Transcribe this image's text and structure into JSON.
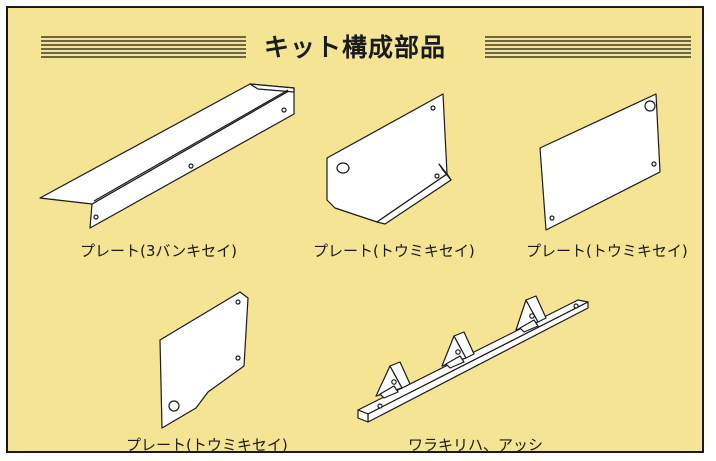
{
  "title": "キット構成部品",
  "parts": [
    {
      "label": "プレート(3バンキセイ)"
    },
    {
      "label": "プレート(トウミキセイ)"
    },
    {
      "label": "プレート(トウミキセイ)"
    },
    {
      "label": "プレート(トウミキセイ)"
    },
    {
      "label": "ワラキリハ、アッシ"
    }
  ],
  "colors": {
    "background": "#f4e493",
    "border": "#1a1a1a",
    "part_fill": "#ffffff"
  }
}
